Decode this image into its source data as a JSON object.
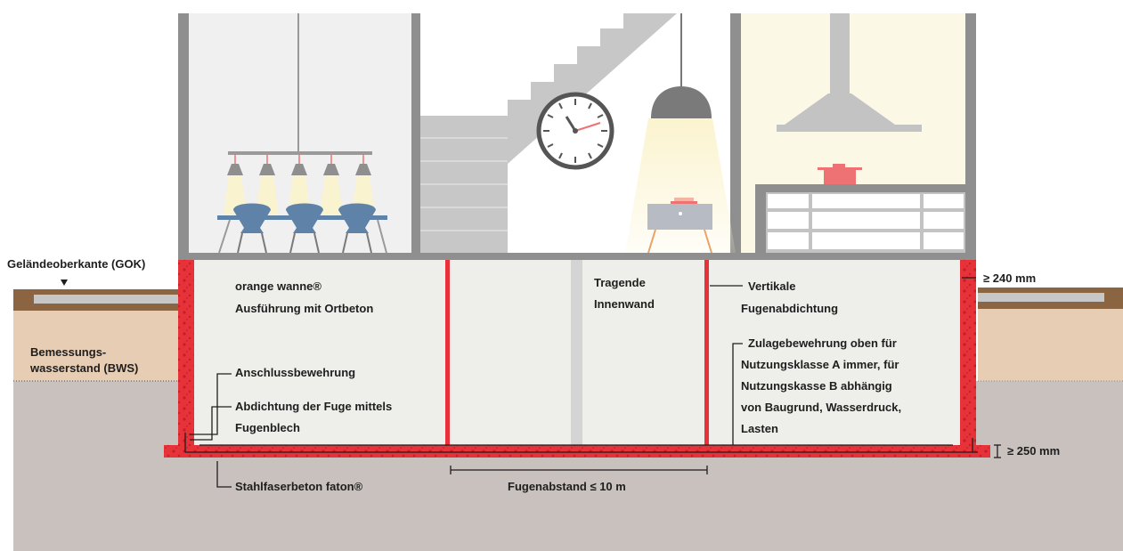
{
  "labels": {
    "gok": "Geländeoberkante (GOK)",
    "bws_line1": "Bemessungs-",
    "bws_line2": "wasserstand (BWS)",
    "orange_wanne": "orange wanne®",
    "ortbeton": "Ausführung mit Ortbeton",
    "tragende": "Tragende",
    "innenwand": "Innenwand",
    "vertikale": "Vertikale",
    "fugenabdichtung": "Fugenabdichtung",
    "wall_thickness": "≥ 240 mm",
    "zulage_1": "Zulagebewehrung oben für",
    "zulage_2": "Nutzungsklasse A immer, für",
    "zulage_3": "Nutzungskasse B abhängig",
    "zulage_4": "von Baugrund, Wasserdruck,",
    "zulage_5": "Lasten",
    "anschluss": "Anschlussbewehrung",
    "abdichtung_1": "Abdichtung der Fuge mittels",
    "abdichtung_2": "Fugenblech",
    "slab_thickness": "≥ 250 mm",
    "stahlfaser": "Stahlfaserbeton faton®",
    "fugenabstand": "Fugenabstand ≤ 10 m"
  },
  "colors": {
    "concrete_red": "#e63238",
    "ground": "#c9c1bd",
    "water_zone": "#e6cdb3",
    "topsoil": "#8b6542",
    "basement_room": "#eeeeea",
    "wall_grey": "#8f8f8f",
    "room_light": "#f0f0f0",
    "kitchen": "#fcf8e6",
    "chair_blue": "#5f83a8",
    "accent_pink": "#ee7273"
  },
  "icons": [
    "pendant-lamp-icon",
    "chair-icon",
    "clock-icon",
    "staircase-icon",
    "range-hood-icon",
    "cooking-pot-icon",
    "side-table-icon"
  ]
}
